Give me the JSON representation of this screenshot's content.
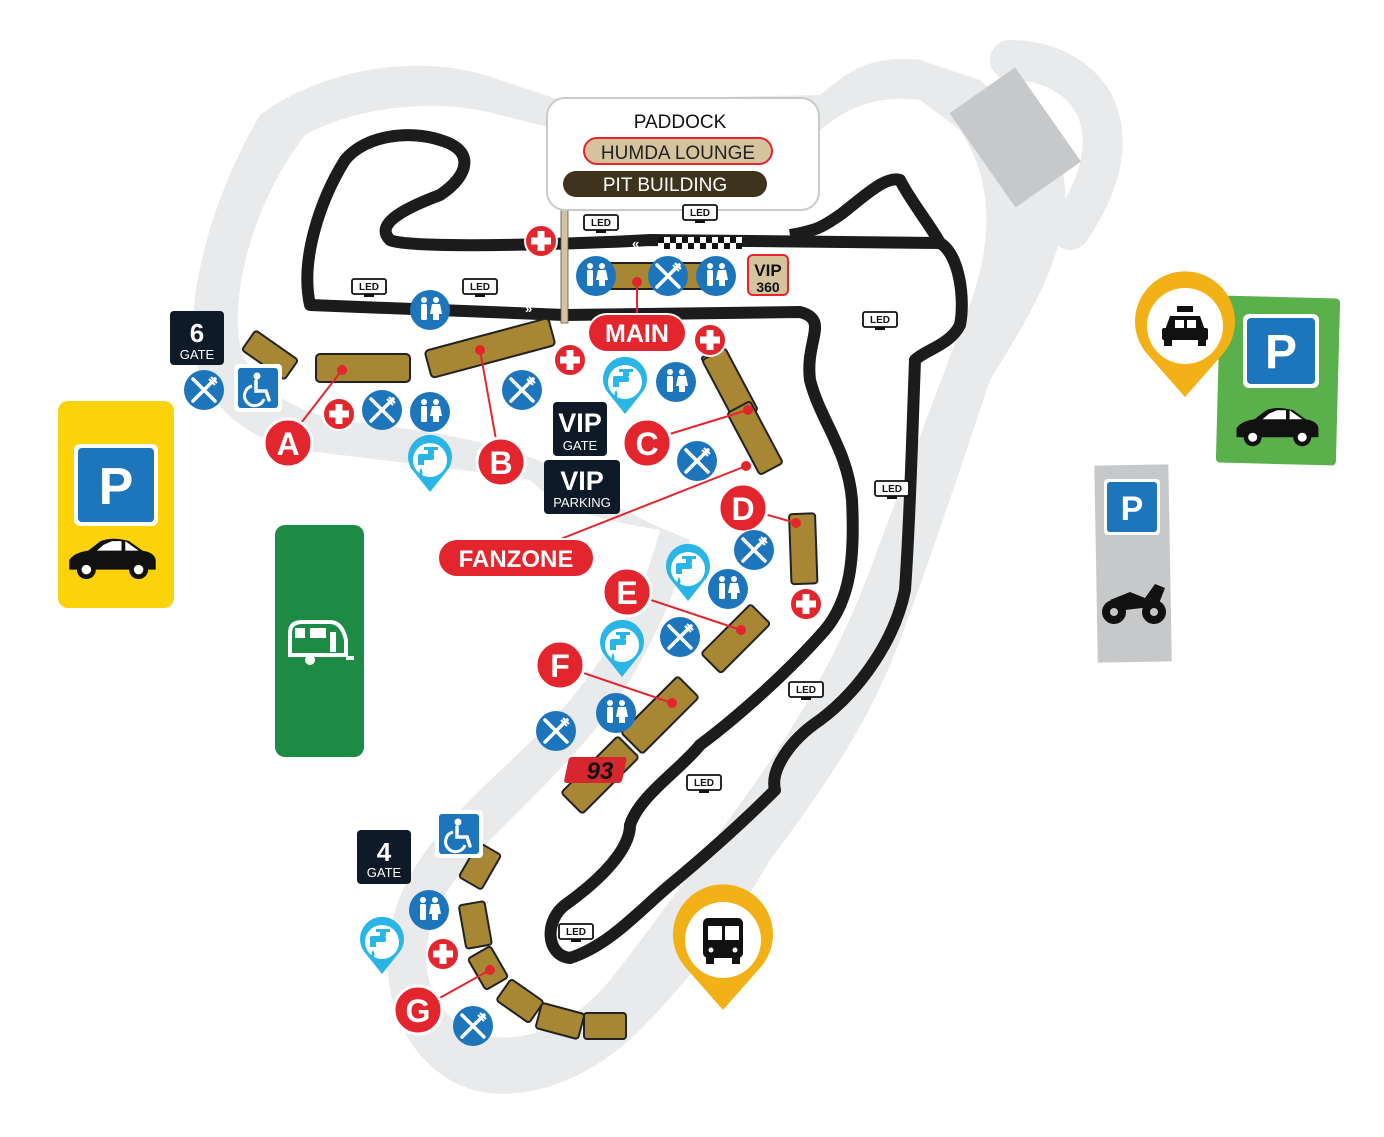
{
  "paddock": {
    "title": "PADDOCK",
    "lounge": "HUMDA LOUNGE",
    "pit": "PIT BUILDING"
  },
  "gates": {
    "gate6": {
      "number": "6",
      "label": "GATE"
    },
    "gate4": {
      "number": "4",
      "label": "GATE"
    }
  },
  "vip": {
    "vip360_top": "VIP",
    "vip360_bottom": "360",
    "vip_gate_top": "VIP",
    "vip_gate_bottom": "GATE",
    "vip_parking_top": "VIP",
    "vip_parking_bottom": "PARKING"
  },
  "zones": {
    "main": "MAIN",
    "fanzone": "FANZONE",
    "A": "A",
    "B": "B",
    "C": "C",
    "D": "D",
    "E": "E",
    "F": "F",
    "G": "G"
  },
  "parking": {
    "symbol": "P"
  },
  "led": {
    "label": "LED"
  },
  "arrows": {
    "left": "«",
    "right": "»"
  },
  "number_93": "93",
  "colors": {
    "track": "#1c1c1c",
    "runoff": "#e9eaeb",
    "stand": "#a88734",
    "accent_red": "#e3262e",
    "icon_blue": "#1d75bb",
    "water_cyan": "#29b6e6",
    "parking_yellow": "#fcd20a",
    "parking_green": "#5ab04a",
    "camping_green": "#1d8a45",
    "gate_navy": "#0e1a27",
    "taxi_bus_yellow": "#f2b117",
    "lounge_tan": "#d5c39e",
    "pit_brown": "#3e341d"
  }
}
